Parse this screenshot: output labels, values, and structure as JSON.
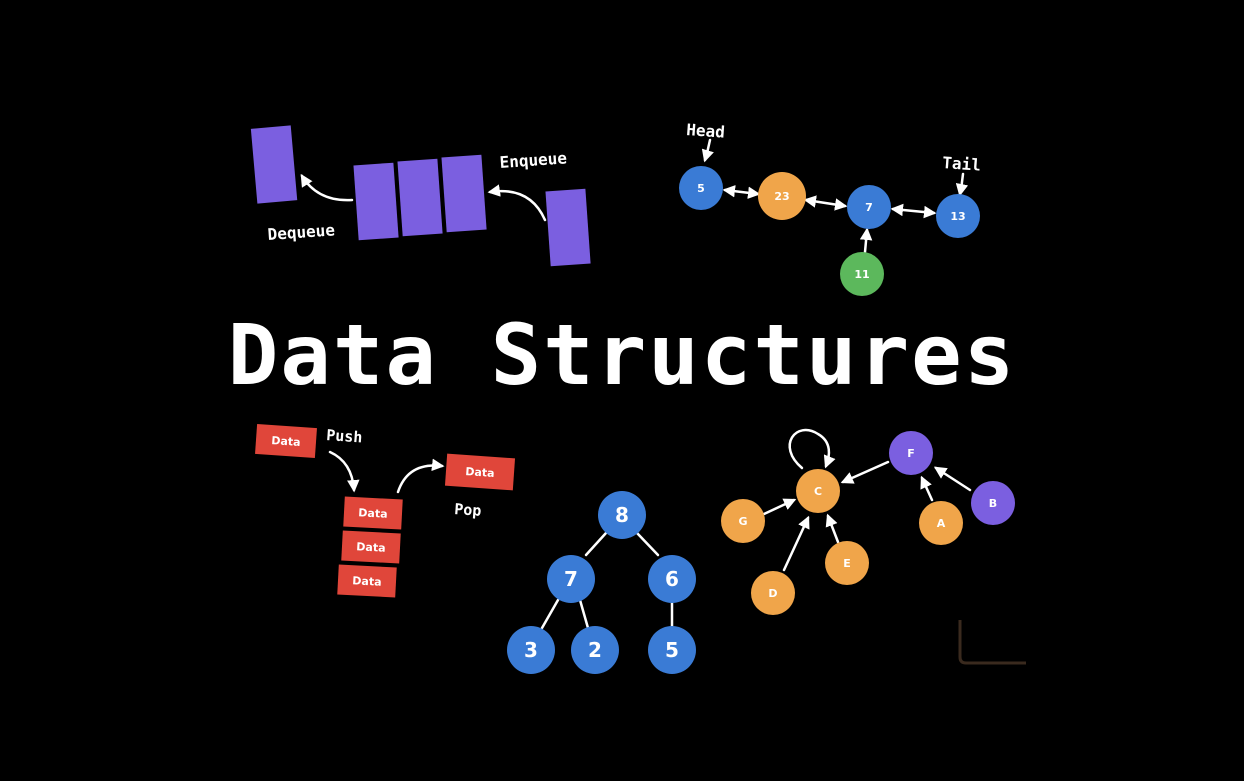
{
  "title": "Data Structures",
  "colors": {
    "background": "#000000",
    "queue": "#7b5fe0",
    "stack": "#e0463a",
    "blue": "#3a7bd5",
    "orange": "#f0a54a",
    "green": "#5cb85c",
    "purple": "#7b5fe0",
    "text": "#ffffff"
  },
  "queue": {
    "enqueue_label": "Enqueue",
    "dequeue_label": "Dequeue"
  },
  "linked_list": {
    "head_label": "Head",
    "tail_label": "Tail",
    "nodes": [
      {
        "id": "ll-5",
        "label": "5",
        "color": "blue"
      },
      {
        "id": "ll-23",
        "label": "23",
        "color": "orange"
      },
      {
        "id": "ll-7",
        "label": "7",
        "color": "blue"
      },
      {
        "id": "ll-13",
        "label": "13",
        "color": "blue"
      },
      {
        "id": "ll-11",
        "label": "11",
        "color": "green"
      }
    ]
  },
  "stack": {
    "push_label": "Push",
    "pop_label": "Pop",
    "item_label": "Data"
  },
  "tree": {
    "nodes": [
      {
        "id": "t-8",
        "label": "8"
      },
      {
        "id": "t-7",
        "label": "7"
      },
      {
        "id": "t-6",
        "label": "6"
      },
      {
        "id": "t-3",
        "label": "3"
      },
      {
        "id": "t-2",
        "label": "2"
      },
      {
        "id": "t-5",
        "label": "5"
      }
    ]
  },
  "graph": {
    "nodes": [
      {
        "id": "g-c",
        "label": "C",
        "color": "orange"
      },
      {
        "id": "g-g",
        "label": "G",
        "color": "orange"
      },
      {
        "id": "g-d",
        "label": "D",
        "color": "orange"
      },
      {
        "id": "g-e",
        "label": "E",
        "color": "orange"
      },
      {
        "id": "g-a",
        "label": "A",
        "color": "orange"
      },
      {
        "id": "g-f",
        "label": "F",
        "color": "purple"
      },
      {
        "id": "g-b",
        "label": "B",
        "color": "purple"
      }
    ]
  }
}
